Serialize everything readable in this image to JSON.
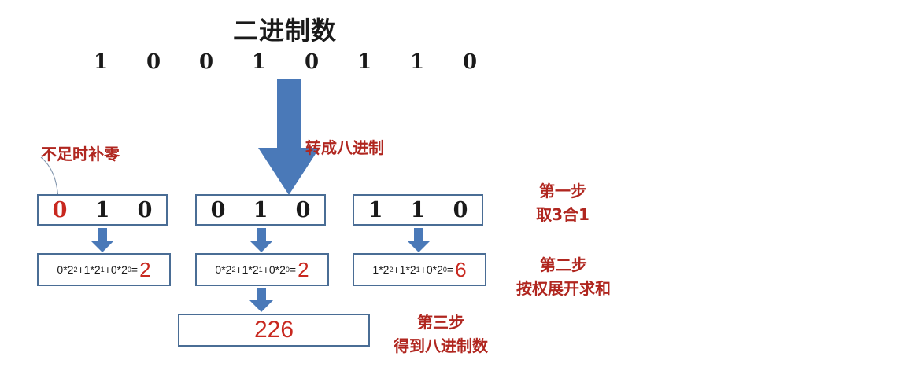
{
  "title": "二进制数",
  "binary_digits": [
    "1",
    "0",
    "0",
    "1",
    "0",
    "1",
    "1",
    "0"
  ],
  "labels": {
    "convert": "转成八进制",
    "pad_zero": "不足时补零"
  },
  "groups": [
    {
      "digits": [
        "0",
        "1",
        "0"
      ],
      "padded_index": 0
    },
    {
      "digits": [
        "0",
        "1",
        "0"
      ]
    },
    {
      "digits": [
        "1",
        "1",
        "0"
      ]
    }
  ],
  "calcs": [
    {
      "b2": "0",
      "b1": "1",
      "b0": "0",
      "result": "2"
    },
    {
      "b2": "0",
      "b1": "1",
      "b0": "0",
      "result": "2"
    },
    {
      "b2": "1",
      "b1": "1",
      "b0": "0",
      "result": "6"
    }
  ],
  "result": "226",
  "steps": [
    {
      "title": "第一步",
      "desc": "取3合1"
    },
    {
      "title": "第二步",
      "desc": "按权展开求和"
    },
    {
      "title": "第三步",
      "desc": "得到八进制数"
    }
  ],
  "colors": {
    "arrow": "#4a79b8",
    "red": "#b0261f",
    "box_border": "#4a6d95"
  }
}
